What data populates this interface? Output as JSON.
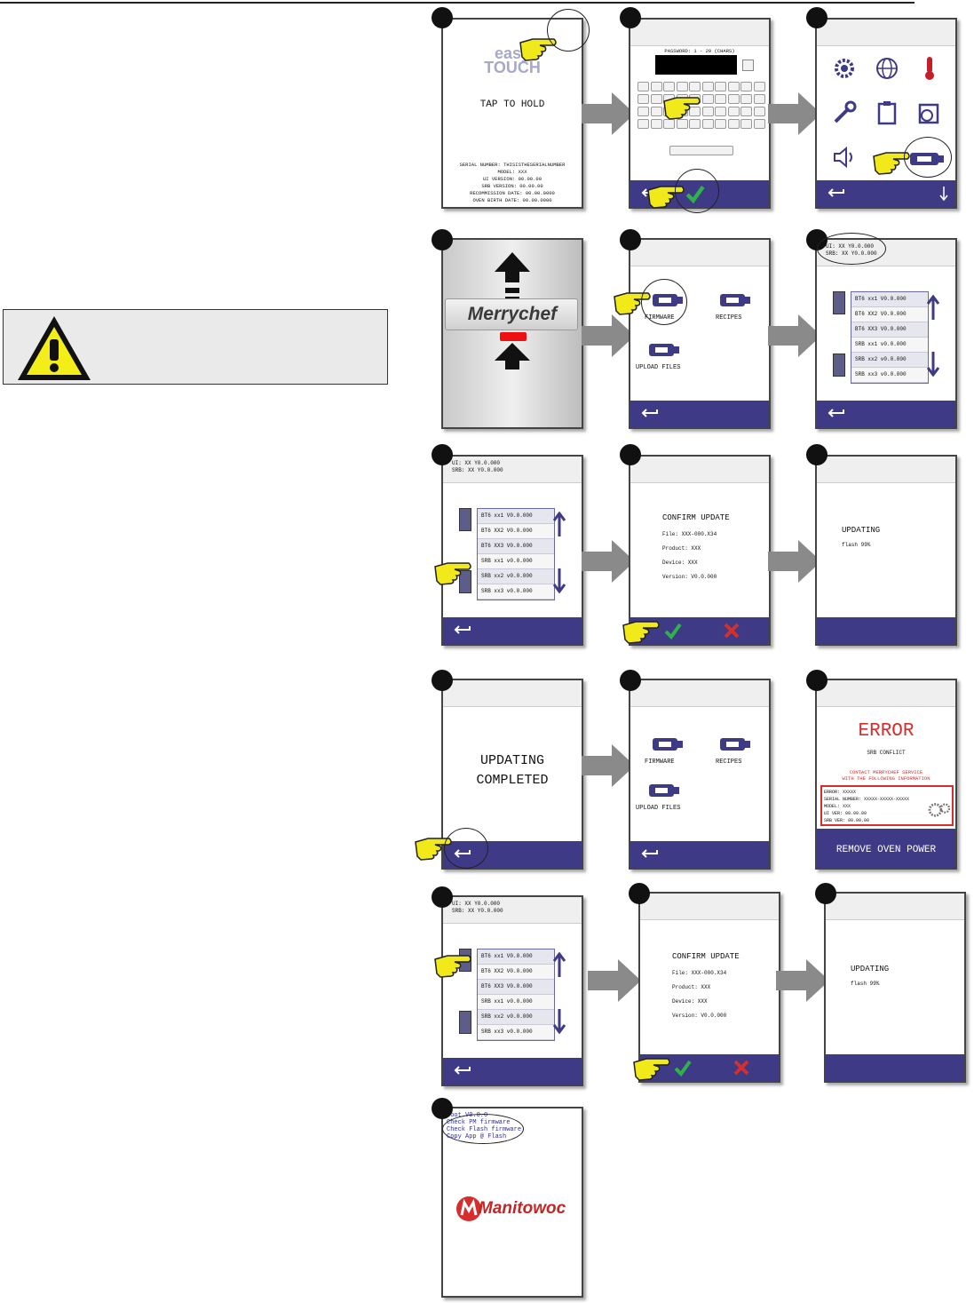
{
  "warning": {
    "icon": "warning-triangle-icon"
  },
  "screens": {
    "s1": {
      "logo_line1": "easy",
      "logo_line2": "TOUCH",
      "prompt": "TAP TO HOLD",
      "info": "SERIAL NUMBER: THISISTHESERIALNUMBER\nMODEL: XXX\nUI VERSION: 00.00.00\nSRB VERSION: 00.00.00\nRECOMMISSION DATE: 00.00.0000\nOVEN BIRTH DATE: 00.00.0000"
    },
    "s2": {
      "password_label": "PASSWORD: 1 - 20 (CHARS)"
    },
    "s3": {},
    "s4": {
      "brand": "Merrychef"
    },
    "s5": {
      "firmware": "FIRMWARE",
      "recipes": "RECIPES",
      "upload": "UPLOAD FILES"
    },
    "s6": {
      "header": "UI: XX Y0.0.000\nSRB: XX Y0.0.000",
      "items": [
        "BT6 xx1 V0.0.000",
        "BT6 XX2 V0.0.000",
        "BT6 XX3 V0.0.000",
        "SRB xx1 v0.0.000",
        "SRB xx2 v0.0.000",
        "SRB xx3 v0.0.000"
      ]
    },
    "s7": {
      "header": "UI: XX Y0.0.000\nSRB: XX Y0.0.000",
      "items": [
        "BT6 xx1 V0.0.000",
        "BT6 XX2 V0.0.000",
        "BT6 XX3 V0.0.000",
        "SRB xx1 v0.0.000",
        "SRB xx2 v0.0.000",
        "SRB xx3 v0.0.000"
      ]
    },
    "s8": {
      "title": "CONFIRM UPDATE",
      "file": "File: XXX-000.X34",
      "product": "Product: XXX",
      "device": "Device: XXX",
      "version": "Version: V0.0.000"
    },
    "s9": {
      "title": "UPDATING",
      "sub": "flash 99%"
    },
    "s10": {
      "line1": "UPDATING",
      "line2": "COMPLETED"
    },
    "s11": {
      "firmware": "FIRMWARE",
      "recipes": "RECIPES",
      "upload": "UPLOAD FILES"
    },
    "s12": {
      "title": "ERROR",
      "sub": "SRB CONFLICT",
      "contact": "CONTACT MERRYCHEF SERVICE\nWITH THE FOLLOWING INFORMATION",
      "details": "ERROR: XXXXX\nSERIAL NUMBER: XXXXX-XXXXX-XXXXX\nMODEL: XXX\nUI VER: 00.00.00\nSRB VER: 00.00.00",
      "footer": "REMOVE OVEN POWER"
    },
    "s13": {
      "header": "UI: XX Y0.0.000\nSRB: XX Y0.0.000",
      "items": [
        "BT6 xx1 V0.0.000",
        "BT6 XX2 V0.0.000",
        "BT6 XX3 V0.0.000",
        "SRB xx1 v0.0.000",
        "SRB xx2 v0.0.000",
        "SRB xx3 v0.0.000"
      ]
    },
    "s14": {
      "title": "CONFIRM UPDATE",
      "file": "File: XXX-000.X34",
      "product": "Product: XXX",
      "device": "Device: XXX",
      "version": "Version: V0.0.000"
    },
    "s15": {
      "title": "UPDATING",
      "sub": "flash 99%"
    },
    "s16": {
      "boot_lines": "Boot V0.0.0\nCheck PM firmware\nCheck Flash firmware\nCopy App @ Flash",
      "brand": "Manitowoc"
    }
  }
}
